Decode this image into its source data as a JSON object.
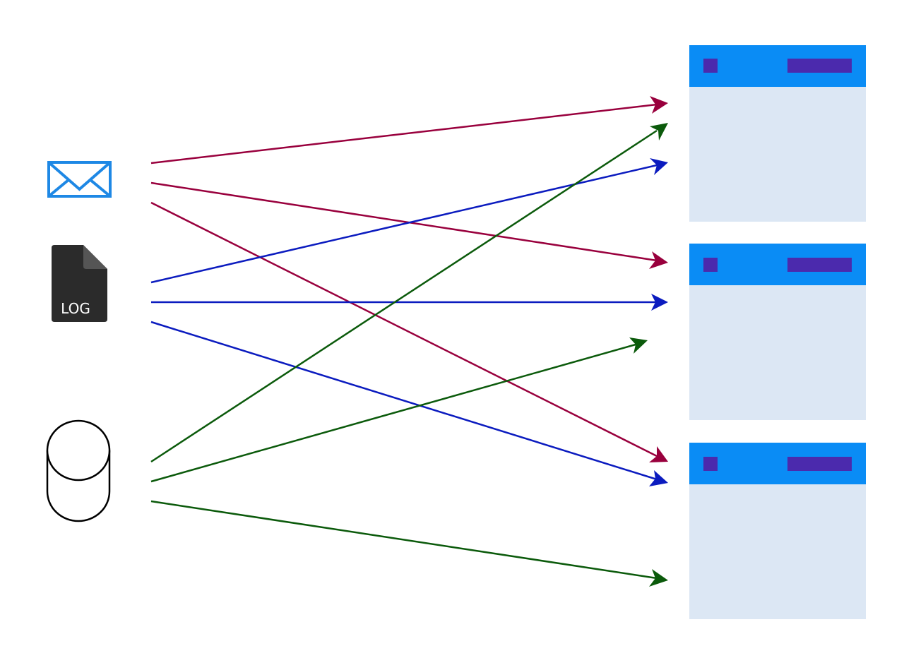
{
  "sources": [
    {
      "id": "email",
      "icon": "envelope-icon",
      "label": ""
    },
    {
      "id": "log",
      "icon": "log-file-icon",
      "label": "LOG"
    },
    {
      "id": "database",
      "icon": "database-cylinder-icon",
      "label": ""
    }
  ],
  "targets": [
    {
      "id": "window-1",
      "icon": "app-window-icon"
    },
    {
      "id": "window-2",
      "icon": "app-window-icon"
    },
    {
      "id": "window-3",
      "icon": "app-window-icon"
    }
  ],
  "connections": [
    {
      "from": "email",
      "to": "window-1",
      "color": "#99003d"
    },
    {
      "from": "email",
      "to": "window-2",
      "color": "#99003d"
    },
    {
      "from": "email",
      "to": "window-3",
      "color": "#99003d"
    },
    {
      "from": "log",
      "to": "window-1",
      "color": "#0b1bbf"
    },
    {
      "from": "log",
      "to": "window-2",
      "color": "#0b1bbf"
    },
    {
      "from": "log",
      "to": "window-3",
      "color": "#0b1bbf"
    },
    {
      "from": "database",
      "to": "window-1",
      "color": "#0b5a0b"
    },
    {
      "from": "database",
      "to": "window-2",
      "color": "#0b5a0b"
    },
    {
      "from": "database",
      "to": "window-3",
      "color": "#0b5a0b"
    }
  ],
  "colors": {
    "email_icon": "#1e88e5",
    "log_icon": "#2b2b2b",
    "log_fold": "#555555",
    "log_text": "#ffffff",
    "database_stroke": "#000000",
    "window_header": "#0a8cf5",
    "window_body": "#dce7f4",
    "window_accent": "#4b2aad"
  }
}
